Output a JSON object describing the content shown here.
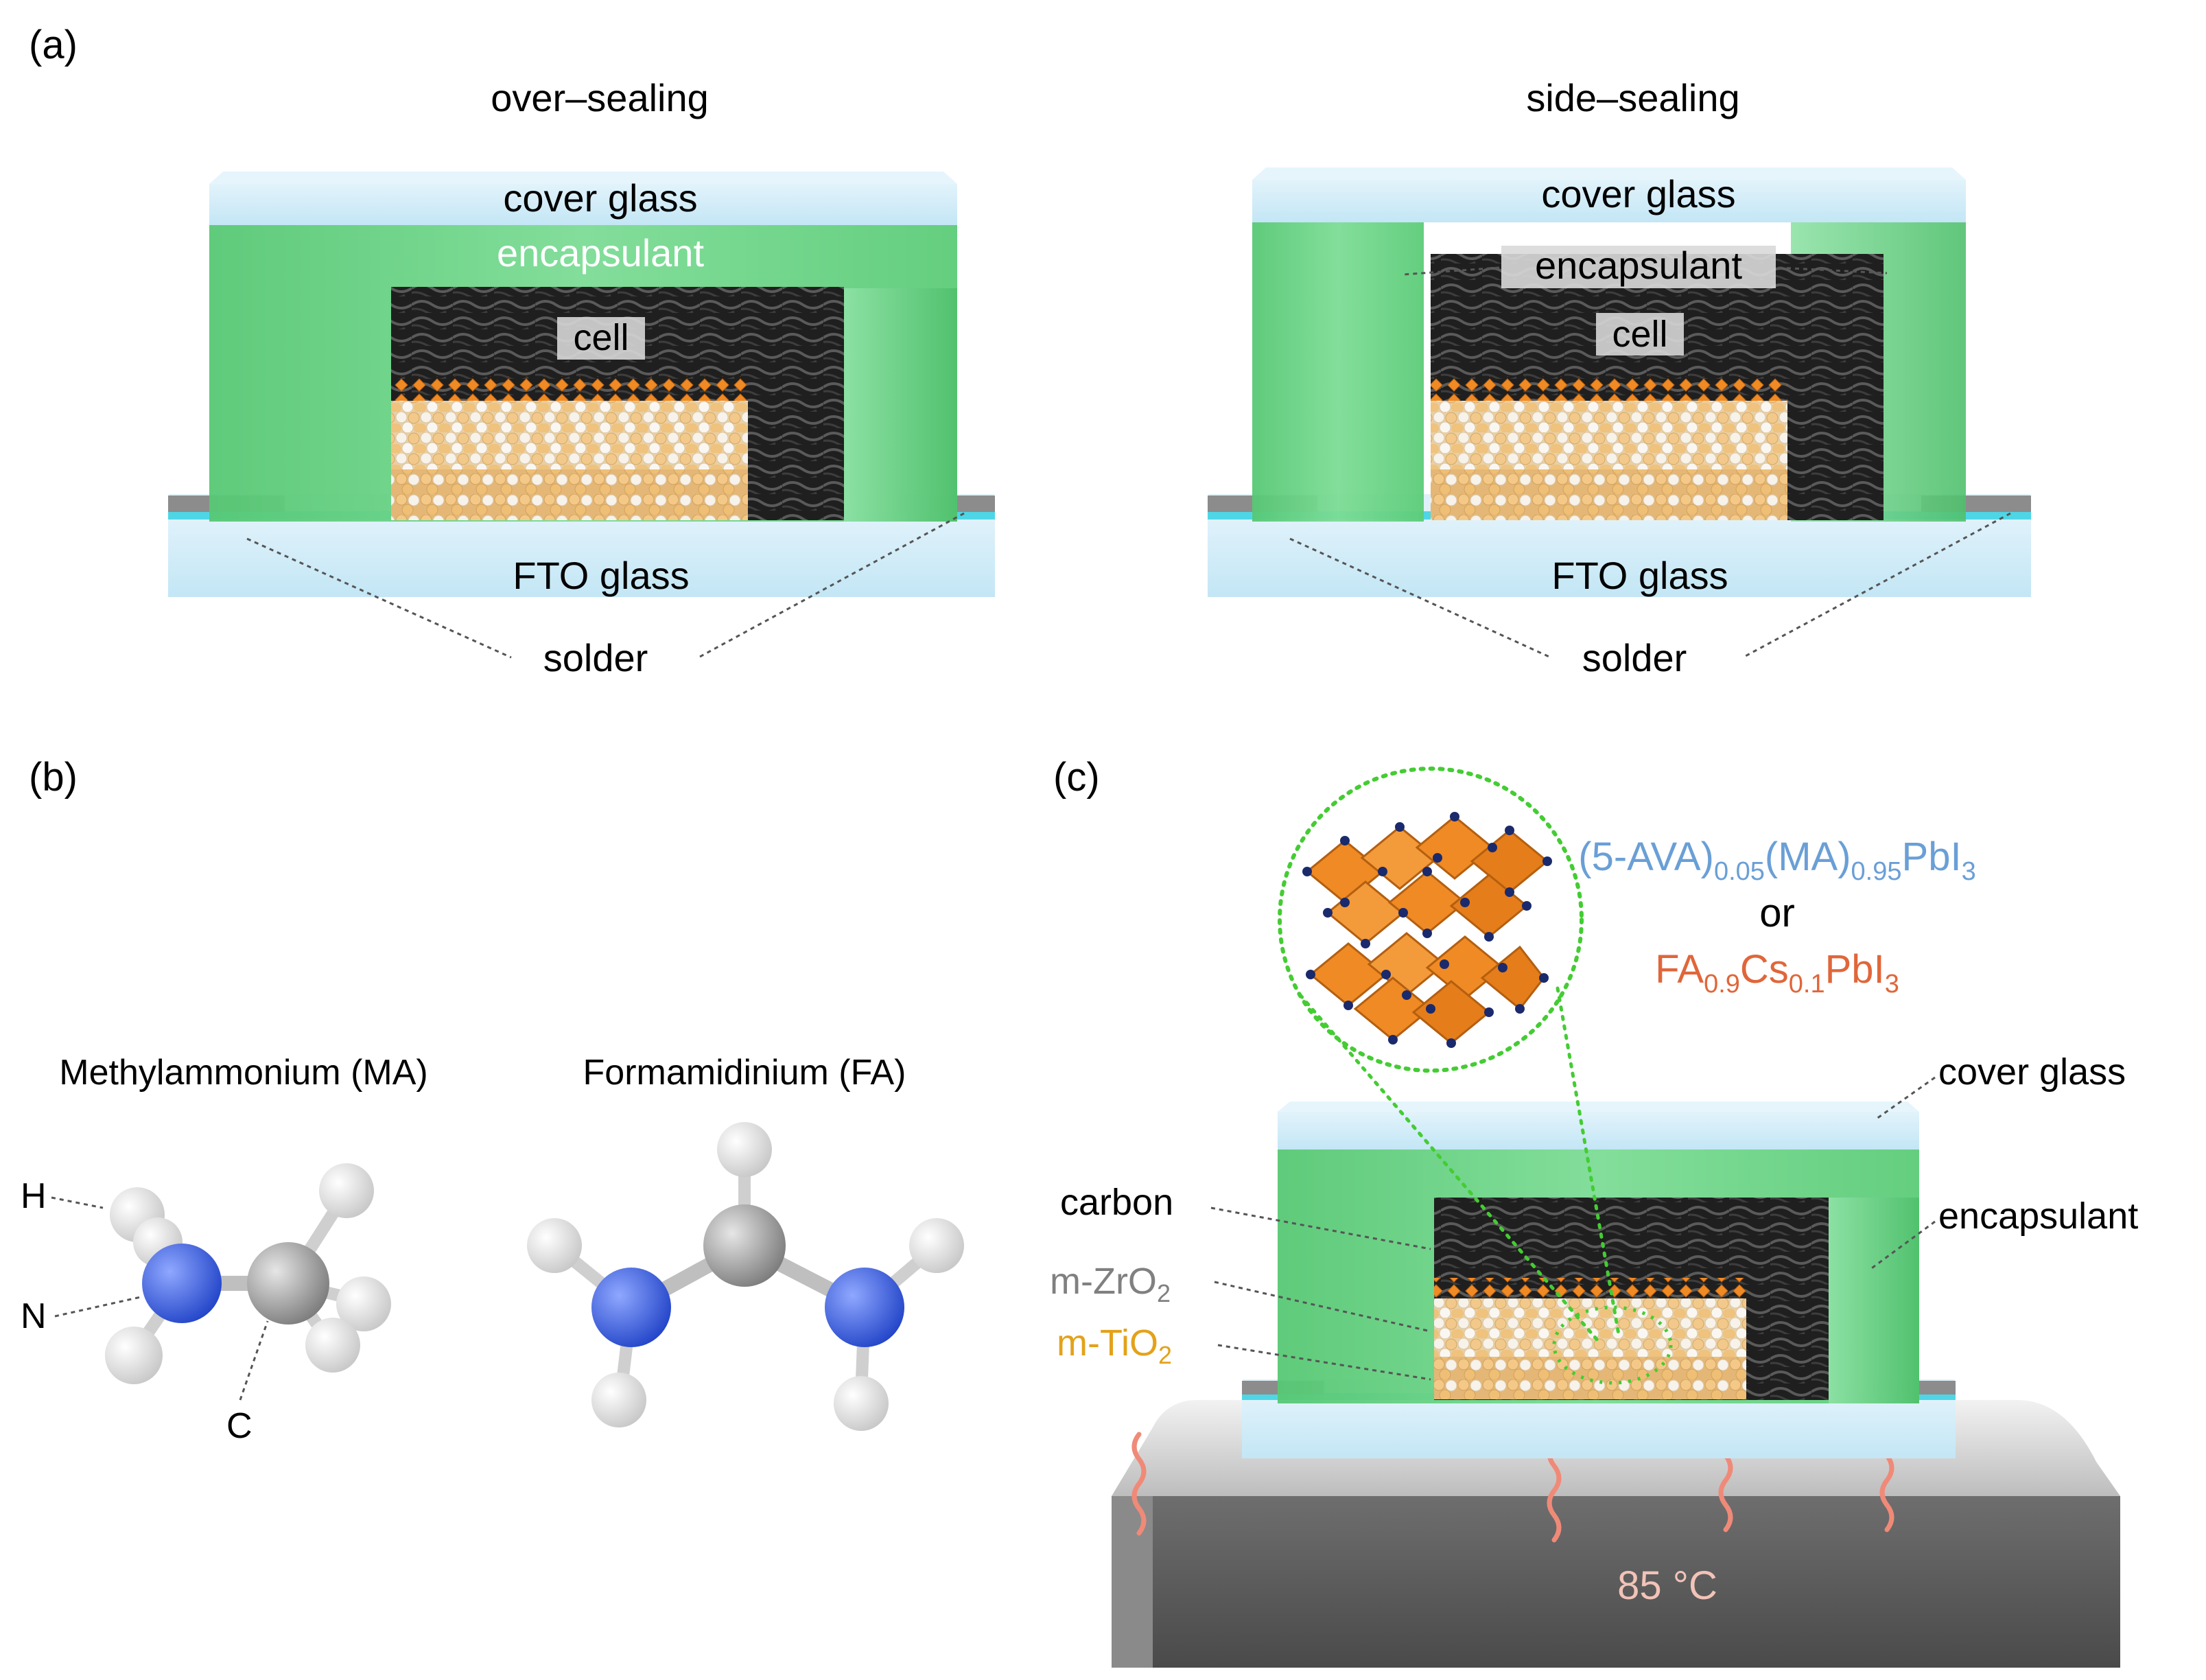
{
  "panels": {
    "a": {
      "label": "(a)",
      "left": {
        "title": "over–sealing",
        "cover": "cover glass",
        "encapsulant": "encapsulant",
        "cell": "cell",
        "fto": "FTO glass",
        "solder": "solder"
      },
      "right": {
        "title": "side–sealing",
        "cover": "cover glass",
        "encapsulant": "encapsulant",
        "cell": "cell",
        "fto": "FTO glass",
        "solder": "solder"
      }
    },
    "b": {
      "label": "(b)",
      "ma_title": "Methylammonium (MA)",
      "fa_title": "Formamidinium (FA)",
      "atom_h": "H",
      "atom_n": "N",
      "atom_c": "C"
    },
    "c": {
      "label": "(c)",
      "formula1": {
        "a": "(5-AVA)",
        "b": "0.05",
        "c": "(MA)",
        "d": "0.95",
        "e": "PbI",
        "f": "3"
      },
      "or": "or",
      "formula2": {
        "a": "FA",
        "b": "0.9",
        "c": "Cs",
        "d": "0.1",
        "e": "PbI",
        "f": "3"
      },
      "cover": "cover glass",
      "carbon": "carbon",
      "encapsulant": "encapsulant",
      "zro2": {
        "a": "m-ZrO",
        "b": "2"
      },
      "tio2": {
        "a": "m-TiO",
        "b": "2"
      },
      "temp": "85 °C"
    }
  },
  "colors": {
    "glass": "#d4ecf7",
    "glass_edge": "#a9d7ec",
    "encapsulant": "#5fcf7e",
    "carbon": "#2a2a2a",
    "perovskite": "#f08a24",
    "tio2": "#f2c98a",
    "zro2": "#f5f1ea",
    "fto_line": "#4fd6e6",
    "solder": "#8c8c8c",
    "heater": "#5c5c5c",
    "formula1": "#6a9fd6",
    "formula2": "#e0663a",
    "zro2_label": "#808080",
    "tio2_label": "#e3a21a",
    "temp_label": "#f2c3b8",
    "wave": "#f08a78",
    "nitrogen": "#3b63e0",
    "carbon_atom": "#9a9a9a",
    "hydrogen": "#f2f2f2"
  }
}
